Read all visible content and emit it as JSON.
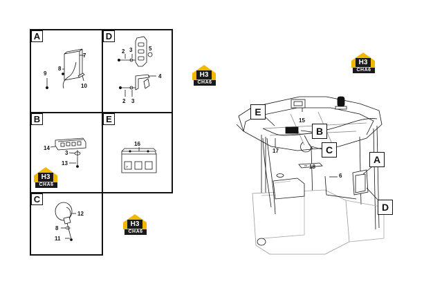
{
  "panels": {
    "A": {
      "letter": "A",
      "callouts": [
        "7",
        "8",
        "9",
        "10"
      ]
    },
    "B": {
      "letter": "B",
      "callouts": [
        "14",
        "3",
        "13"
      ]
    },
    "C": {
      "letter": "C",
      "callouts": [
        "12",
        "8",
        "11"
      ]
    },
    "D": {
      "letter": "D",
      "callouts": [
        "2",
        "3",
        "5",
        "4",
        "2",
        "3"
      ]
    },
    "E": {
      "letter": "E",
      "callouts": [
        "16"
      ]
    }
  },
  "main_view": {
    "tags": [
      "E",
      "B",
      "C",
      "A",
      "D"
    ],
    "callouts": [
      "15",
      "17",
      "18",
      "6"
    ]
  },
  "logo": {
    "mark": "H3",
    "text": "CHA6"
  },
  "colors": {
    "line": "#111111",
    "logo_yellow": "#f2b800",
    "logo_dark": "#1a1a1a",
    "hidden_line": "#b0b0b0"
  }
}
